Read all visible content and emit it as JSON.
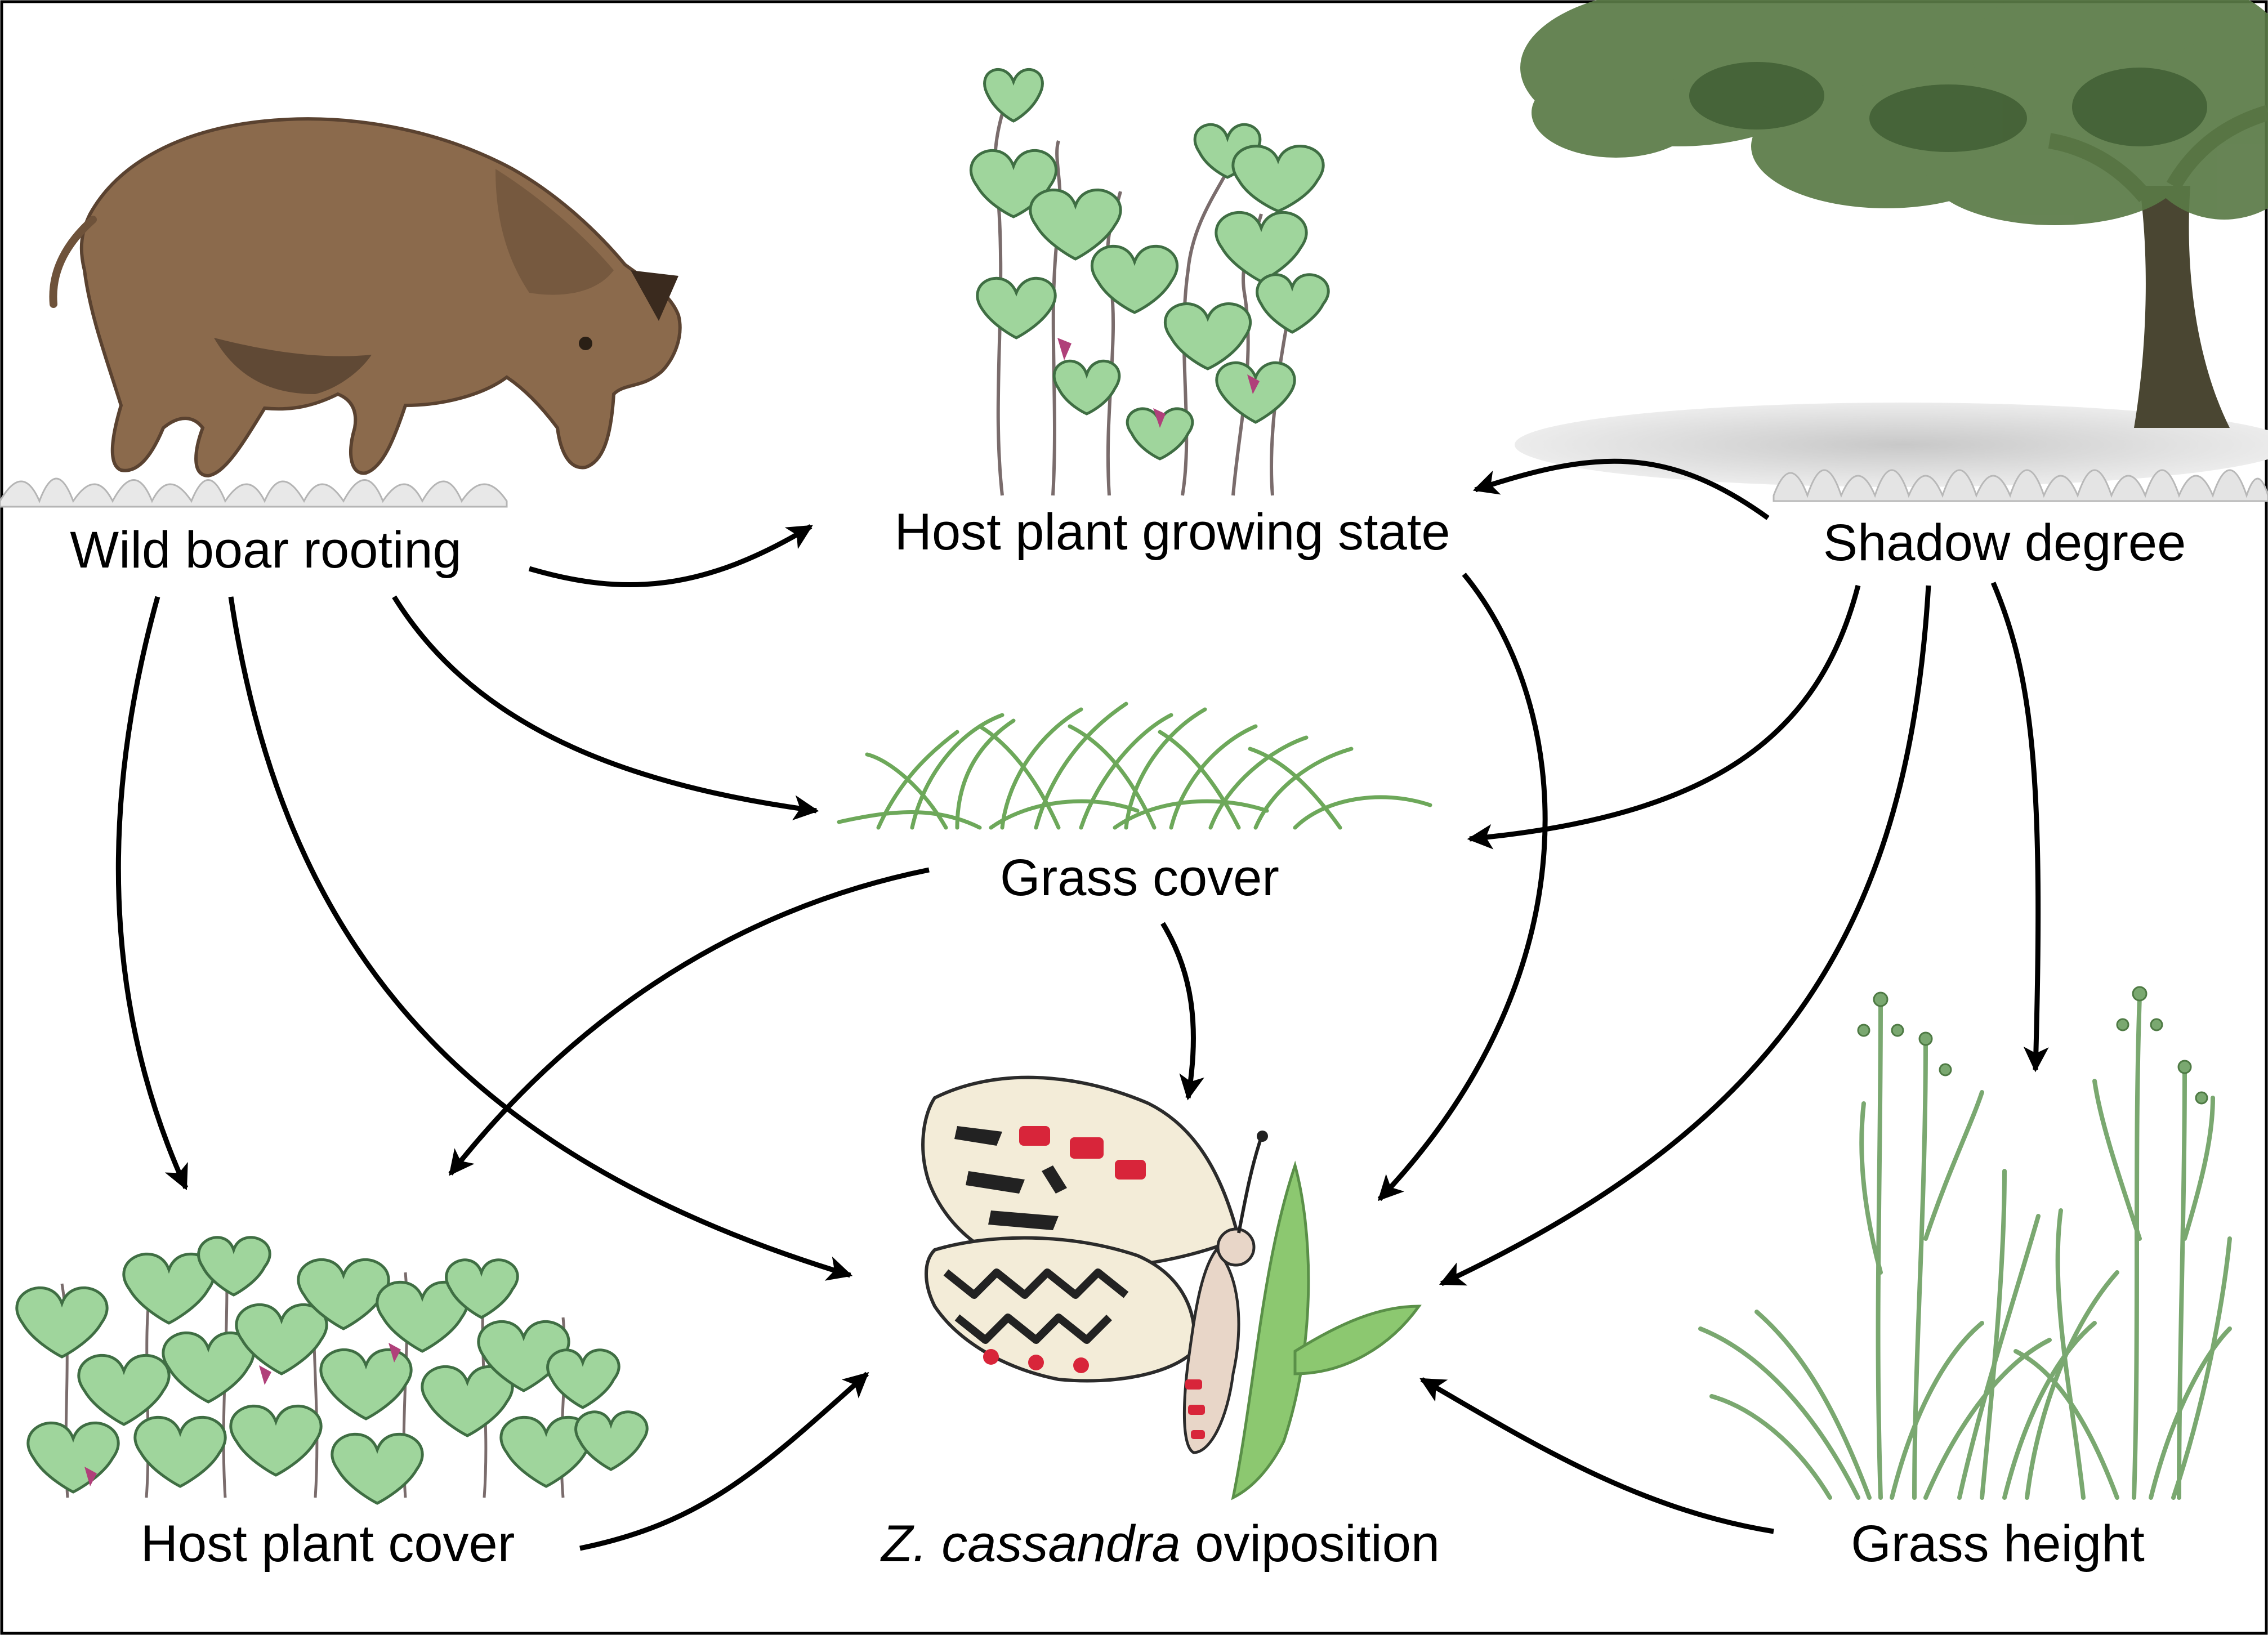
{
  "nodes": {
    "wild_boar_rooting": "Wild boar rooting",
    "host_plant_growing_state": "Host plant growing state",
    "shadow_degree": "Shadow degree",
    "grass_cover": "Grass cover",
    "host_plant_cover": "Host plant cover",
    "oviposition_species": "Z. cassandra",
    "oviposition_word": " oviposition",
    "grass_height": "Grass height"
  },
  "edges": [
    {
      "from": "Wild boar rooting",
      "to": "Host plant growing state"
    },
    {
      "from": "Wild boar rooting",
      "to": "Grass cover"
    },
    {
      "from": "Wild boar rooting",
      "to": "Host plant cover"
    },
    {
      "from": "Wild boar rooting",
      "to": "Z. cassandra oviposition"
    },
    {
      "from": "Shadow degree",
      "to": "Host plant growing state"
    },
    {
      "from": "Shadow degree",
      "to": "Grass cover"
    },
    {
      "from": "Shadow degree",
      "to": "Grass height"
    },
    {
      "from": "Shadow degree",
      "to": "Z. cassandra oviposition"
    },
    {
      "from": "Host plant growing state",
      "to": "Z. cassandra oviposition"
    },
    {
      "from": "Grass cover",
      "to": "Host plant cover"
    },
    {
      "from": "Grass cover",
      "to": "Z. cassandra oviposition"
    },
    {
      "from": "Host plant cover",
      "to": "Z. cassandra oviposition"
    },
    {
      "from": "Grass height",
      "to": "Z. cassandra oviposition"
    }
  ],
  "colors": {
    "border": "#000000",
    "arrow": "#000000",
    "leaf_green": "#9fd59c",
    "leaf_outline": "#3f6e43",
    "grass_green": "#6da85a",
    "boar_brown": "#8b6a4c",
    "tree_canopy": "#5a7a46",
    "trunk": "#4a4632",
    "shadow_gray": "#d3d3d3",
    "wing_red": "#d8253a"
  }
}
